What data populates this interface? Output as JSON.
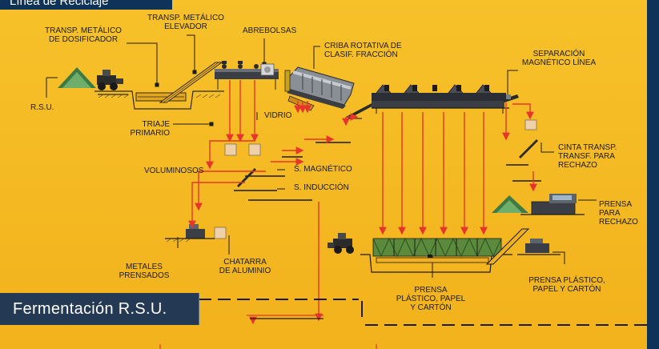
{
  "header": {
    "partial_title": "Línea de Reciclaje"
  },
  "section_title": "Fermentación R.S.U.",
  "colors": {
    "background": "#f5b820",
    "border": "#0f3358",
    "arrow": "#e8352b",
    "machine": "#3b3f45"
  },
  "labels": {
    "conveyor_dosing": "TRANSP. METÁLICO\nDE DOSIFICADOR",
    "conveyor_elevator": "TRANSP. METÁLICO\nELEVADOR",
    "bag_opener": "ABREBOLSAS",
    "rotary_screen": "CRIBA ROTATIVA DE\nCLASIF. FRACCIÓN",
    "magnetic_line": "SEPARACIÓN\nMAGNÉTICO LÍNEA",
    "rsu": "R.S.U.",
    "primary_sorting": "TRIAJE\nPRIMARIO",
    "glass": "VIDRIO",
    "bulky": "VOLUMINOSOS",
    "magnetic_s": "S. MAGNÉTICO",
    "induction_s": "S. INDUCCIÓN",
    "reject_conveyor": "CINTA TRANSP.\nTRANSF. PARA\nRECHAZO",
    "reject_press": "PRENSA\nPARA\nRECHAZO",
    "pressed_metals": "METALES\nPRENSADOS",
    "aluminium_scrap": "CHATARRA\nDE ALUMINIO",
    "press_plastic_center": "PRENSA\nPLÁSTICO, PAPEL\nY CARTÓN",
    "press_plastic_right": "PRENSA PLÁSTICO,\nPAPEL Y CARTÓN"
  }
}
